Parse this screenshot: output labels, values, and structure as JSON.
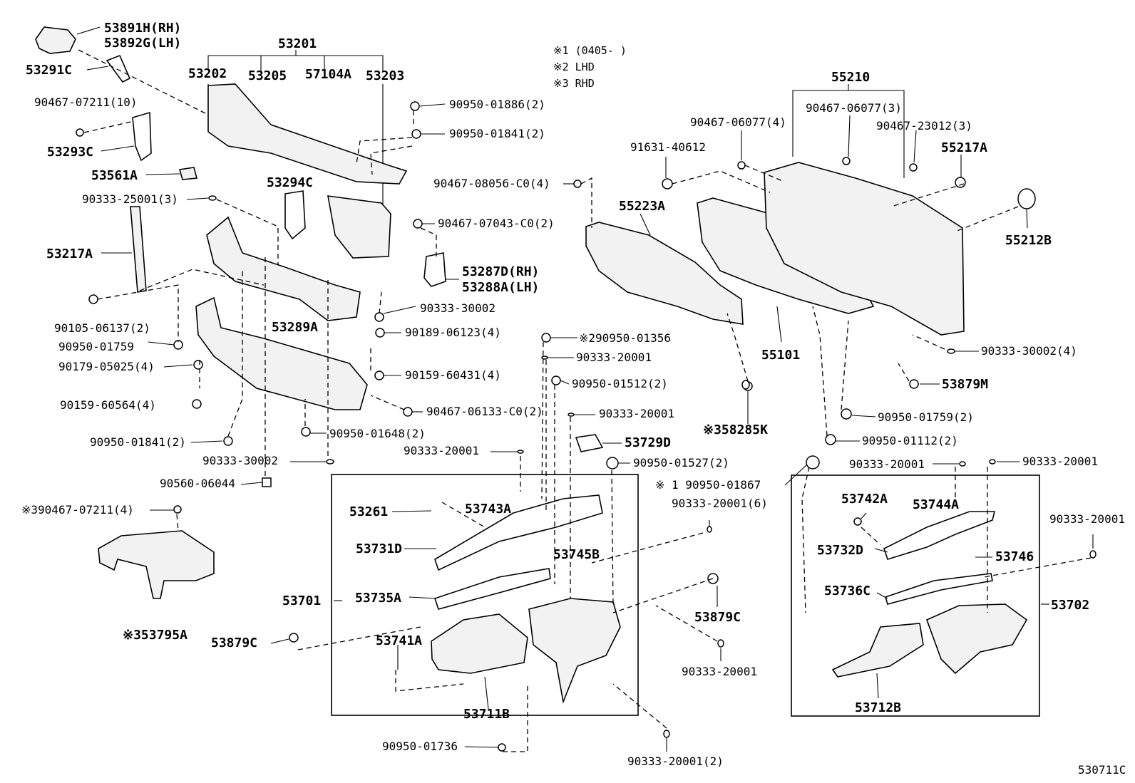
{
  "notes": [
    "※1 (0405-      )",
    "※2 LHD",
    "※3 RHD"
  ],
  "diagram_code": "530711C",
  "labels": [
    {
      "id": "53891H",
      "text": "53891H(RH)"
    },
    {
      "id": "53892G",
      "text": "53892G(LH)"
    },
    {
      "id": "53291C",
      "text": "53291C"
    },
    {
      "id": "53201",
      "text": "53201"
    },
    {
      "id": "53202",
      "text": "53202"
    },
    {
      "id": "53205",
      "text": "53205"
    },
    {
      "id": "57104A",
      "text": "57104A"
    },
    {
      "id": "53203",
      "text": "53203"
    },
    {
      "id": "90467-07211-10",
      "text": "90467-07211(10)"
    },
    {
      "id": "53293C",
      "text": "53293C"
    },
    {
      "id": "53561A",
      "text": "53561A"
    },
    {
      "id": "90333-25001",
      "text": "90333-25001(3)"
    },
    {
      "id": "53294C",
      "text": "53294C"
    },
    {
      "id": "53217A",
      "text": "53217A"
    },
    {
      "id": "90105-06137",
      "text": "90105-06137(2)"
    },
    {
      "id": "90950-01759-a",
      "text": "90950-01759"
    },
    {
      "id": "90179-05025",
      "text": "90179-05025(4)"
    },
    {
      "id": "90159-60564",
      "text": "90159-60564(4)"
    },
    {
      "id": "90950-01841-a",
      "text": "90950-01841(2)"
    },
    {
      "id": "90333-30002-a",
      "text": "90333-30002"
    },
    {
      "id": "90560-06044",
      "text": "90560-06044"
    },
    {
      "id": "90467-07211-4",
      "text": "※390467-07211(4)"
    },
    {
      "id": "53795A",
      "text": "※353795A"
    },
    {
      "id": "53879C-a",
      "text": "53879C"
    },
    {
      "id": "90950-01886",
      "text": "90950-01886(2)"
    },
    {
      "id": "90950-01841-b",
      "text": "90950-01841(2)"
    },
    {
      "id": "90467-08056",
      "text": "90467-08056-C0(4)"
    },
    {
      "id": "90467-07043",
      "text": "90467-07043-C0(2)"
    },
    {
      "id": "53287D",
      "text": "53287D(RH)"
    },
    {
      "id": "53288A",
      "text": "53288A(LH)"
    },
    {
      "id": "90333-30002-b",
      "text": "90333-30002"
    },
    {
      "id": "53289A",
      "text": "53289A"
    },
    {
      "id": "90189-06123",
      "text": "90189-06123(4)"
    },
    {
      "id": "90159-60431",
      "text": "90159-60431(4)"
    },
    {
      "id": "90467-06133",
      "text": "90467-06133-C0(2)"
    },
    {
      "id": "90950-01648",
      "text": "90950-01648(2)"
    },
    {
      "id": "90950-01356",
      "text": "※290950-01356"
    },
    {
      "id": "90333-20001-a",
      "text": "90333-20001"
    },
    {
      "id": "90950-01512",
      "text": "90950-01512(2)"
    },
    {
      "id": "90333-20001-b",
      "text": "90333-20001"
    },
    {
      "id": "53729D",
      "text": "53729D"
    },
    {
      "id": "90333-20001-c",
      "text": "90333-20001"
    },
    {
      "id": "90950-01527",
      "text": "90950-01527(2)"
    },
    {
      "id": "53261",
      "text": "53261"
    },
    {
      "id": "53743A",
      "text": "53743A"
    },
    {
      "id": "53731D",
      "text": "53731D"
    },
    {
      "id": "53745B",
      "text": "53745B"
    },
    {
      "id": "53701",
      "text": "53701"
    },
    {
      "id": "53735A",
      "text": "53735A"
    },
    {
      "id": "53741A",
      "text": "53741A"
    },
    {
      "id": "53711B",
      "text": "53711B"
    },
    {
      "id": "90950-01736",
      "text": "90950-01736"
    },
    {
      "id": "90333-20001-2",
      "text": "90333-20001(2)"
    },
    {
      "id": "55210",
      "text": "55210"
    },
    {
      "id": "90467-06077-4",
      "text": "90467-06077(4)"
    },
    {
      "id": "90467-06077-3",
      "text": "90467-06077(3)"
    },
    {
      "id": "90467-23012",
      "text": "90467-23012(3)"
    },
    {
      "id": "55217A",
      "text": "55217A"
    },
    {
      "id": "91631-40612",
      "text": "91631-40612"
    },
    {
      "id": "55212B",
      "text": "55212B"
    },
    {
      "id": "55223A",
      "text": "55223A"
    },
    {
      "id": "55101",
      "text": "55101"
    },
    {
      "id": "90333-30002-4",
      "text": "90333-30002(4)"
    },
    {
      "id": "53879M",
      "text": "53879M"
    },
    {
      "id": "58285K",
      "text": "※358285K"
    },
    {
      "id": "90950-01759-2",
      "text": "90950-01759(2)"
    },
    {
      "id": "90950-01112",
      "text": "90950-01112(2)"
    },
    {
      "id": "90333-20001-d",
      "text": "90333-20001"
    },
    {
      "id": "90333-20001-e",
      "text": "90333-20001"
    },
    {
      "id": "90950-01867",
      "text": "※ 1  90950-01867"
    },
    {
      "id": "90333-20001-6",
      "text": "90333-20001(6)"
    },
    {
      "id": "53879C-b",
      "text": "53879C"
    },
    {
      "id": "90333-20001-f",
      "text": "90333-20001"
    },
    {
      "id": "53742A",
      "text": "53742A"
    },
    {
      "id": "53744A",
      "text": "53744A"
    },
    {
      "id": "53732D",
      "text": "53732D"
    },
    {
      "id": "53746",
      "text": "53746"
    },
    {
      "id": "53736C",
      "text": "53736C"
    },
    {
      "id": "53702",
      "text": "53702"
    },
    {
      "id": "53712B",
      "text": "53712B"
    },
    {
      "id": "90333-20001-g",
      "text": "90333-20001"
    }
  ]
}
